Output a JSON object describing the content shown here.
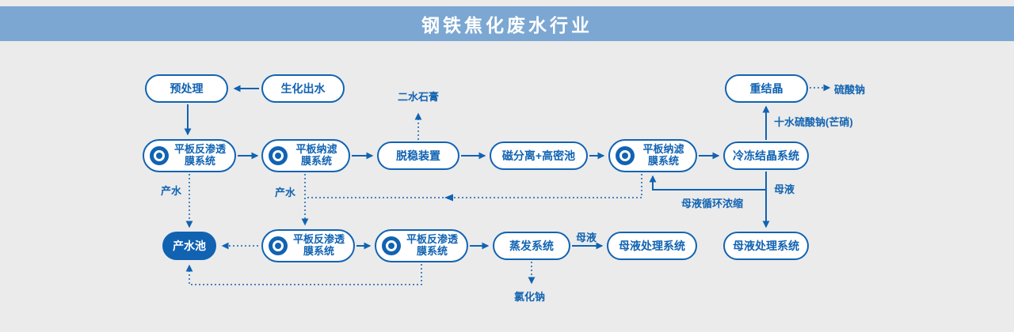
{
  "header": {
    "title": "钢铁焦化废水行业"
  },
  "nodes": {
    "pretreatment": {
      "label": "预处理"
    },
    "biochemical_effluent": {
      "label": "生化出水"
    },
    "recrystallization": {
      "label": "重结晶"
    },
    "ro_membrane_1": {
      "line1": "平板反渗透",
      "line2": "膜系统"
    },
    "nf_membrane_1": {
      "line1": "平板纳滤",
      "line2": "膜系统"
    },
    "destabilization": {
      "label": "脱稳装置"
    },
    "magnetic_separation": {
      "label": "磁分离+高密池"
    },
    "nf_membrane_2": {
      "line1": "平板纳滤",
      "line2": "膜系统"
    },
    "freeze_crystallization": {
      "label": "冷冻结晶系统"
    },
    "product_water_pool": {
      "label": "产水池"
    },
    "ro_membrane_2": {
      "line1": "平板反渗透",
      "line2": "膜系统"
    },
    "ro_membrane_3": {
      "line1": "平板反渗透",
      "line2": "膜系统"
    },
    "evaporation": {
      "label": "蒸发系统"
    },
    "mother_liquor_treatment_1": {
      "label": "母液处理系统"
    },
    "mother_liquor_treatment_2": {
      "label": "母液处理系统"
    }
  },
  "stream_labels": {
    "dihydrate_gypsum": "二水石膏",
    "sodium_sulfate": "硫酸钠",
    "decahydrate_sodium_sulfate": "十水硫酸钠(芒硝)",
    "product_water": "产水",
    "mother_liquor": "母液",
    "mother_liquor_recycle": "母液循环浓缩",
    "sodium_chloride": "氯化钠"
  },
  "colors": {
    "header_bg": "#7BA7D2",
    "accent": "#1163B2",
    "background": "#EBEBEB",
    "node_bg": "#FFFFFF"
  }
}
